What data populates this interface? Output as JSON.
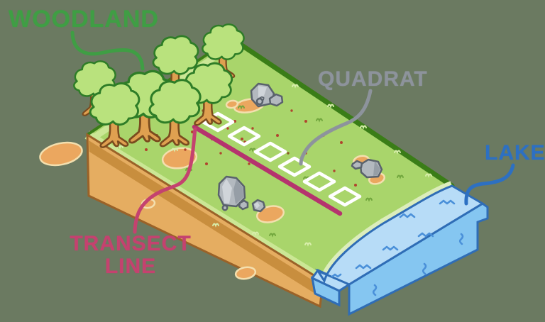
{
  "labels": {
    "woodland": {
      "text": "WOODLAND",
      "color": "#3f9e44"
    },
    "quadrat": {
      "text": "QUADRAT",
      "color": "#8d939c"
    },
    "lake": {
      "text": "LAKE",
      "color": "#2d70c2"
    },
    "transect": {
      "line1": "TRANSECT",
      "line2": "LINE",
      "color": "#c4426f"
    }
  },
  "scene": {
    "description_counts": {
      "trees": 7,
      "quadrats": 6,
      "rock_clusters": 4,
      "sand_patches": 8
    },
    "colors": {
      "background": "#6b7a61",
      "grass": "#a9d56b",
      "grass_edge": "#3a7d17",
      "grass_lip": "#cbe795",
      "shore": "#dcedbc",
      "water": "#b7dcf7",
      "water_face": "#85c6f1",
      "water_outline": "#2f6db6",
      "wave": "#4a90d9",
      "soil": "#e5ad61",
      "soil_stripe": "#c88e3e",
      "soil_outline": "#9a6228",
      "canopy": "#b9e27d",
      "canopy_outline": "#2e7d27",
      "trunk": "#dfa050",
      "trunk_outline": "#7a4b1e",
      "rock": "#b3b9bf",
      "rock_light": "#d0d5da",
      "rock_dark": "#969ea6",
      "rock_outline": "#5a626c",
      "patch": "#eba75f",
      "patch_outline": "#f3dfae",
      "speckle": "#b0452e",
      "speckle_dark": "#8a5a28",
      "tuft_light": "#d8eeab",
      "tuft_dark": "#71a63d",
      "quadrat_frame": "#ffffff",
      "transect_line": "#b5336e"
    }
  }
}
